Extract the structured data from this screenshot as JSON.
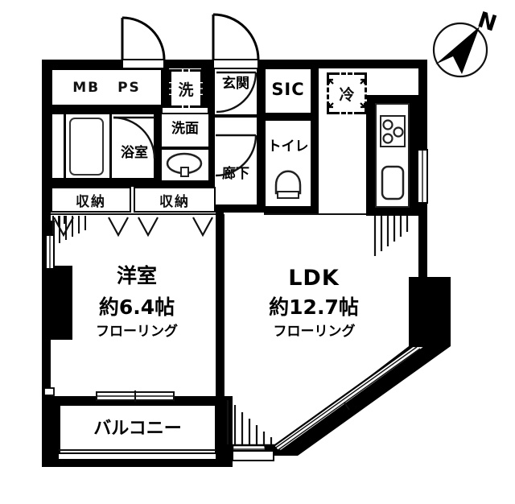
{
  "plan": {
    "type": "floor-plan",
    "unit_layout": "1LDK",
    "orientation": {
      "compass_label": "N",
      "needle_direction": "north-northeast"
    },
    "colors": {
      "wall": "#000000",
      "fill": "#ffffff",
      "text": "#000000",
      "fixture_outline": "#222222"
    },
    "rooms": [
      {
        "key": "ldk",
        "name": "LDK",
        "area": "約12.7帖",
        "flooring": "フローリング"
      },
      {
        "key": "bedroom",
        "name": "洋室",
        "area": "約6.4帖",
        "flooring": "フローリング"
      },
      {
        "key": "balcony",
        "name": "バルコニー"
      },
      {
        "key": "bath",
        "name": "浴室"
      },
      {
        "key": "washroom",
        "name": "洗面"
      },
      {
        "key": "toilet",
        "name": "トイレ"
      },
      {
        "key": "entrance",
        "name": "玄関"
      },
      {
        "key": "corridor",
        "name": "廊下"
      },
      {
        "key": "sic",
        "name": "SIC"
      }
    ],
    "closets": [
      {
        "key": "closet_left",
        "name": "収納"
      },
      {
        "key": "closet_right",
        "name": "収納"
      }
    ],
    "shafts": [
      {
        "key": "mb",
        "name": "MB"
      },
      {
        "key": "ps",
        "name": "PS"
      }
    ],
    "appliance_spaces": [
      {
        "key": "washer",
        "name": "洗",
        "description": "washing-machine-space"
      },
      {
        "key": "fridge",
        "name": "冷",
        "description": "refrigerator-space"
      }
    ],
    "fixtures": [
      {
        "key": "bathtub",
        "name": "bathtub"
      },
      {
        "key": "vanity_basin",
        "name": "vanity-basin"
      },
      {
        "key": "toilet_bowl",
        "name": "toilet-bowl"
      },
      {
        "key": "kitchen_stove",
        "name": "stove-3-burner"
      },
      {
        "key": "kitchen_sink",
        "name": "kitchen-sink"
      }
    ]
  }
}
